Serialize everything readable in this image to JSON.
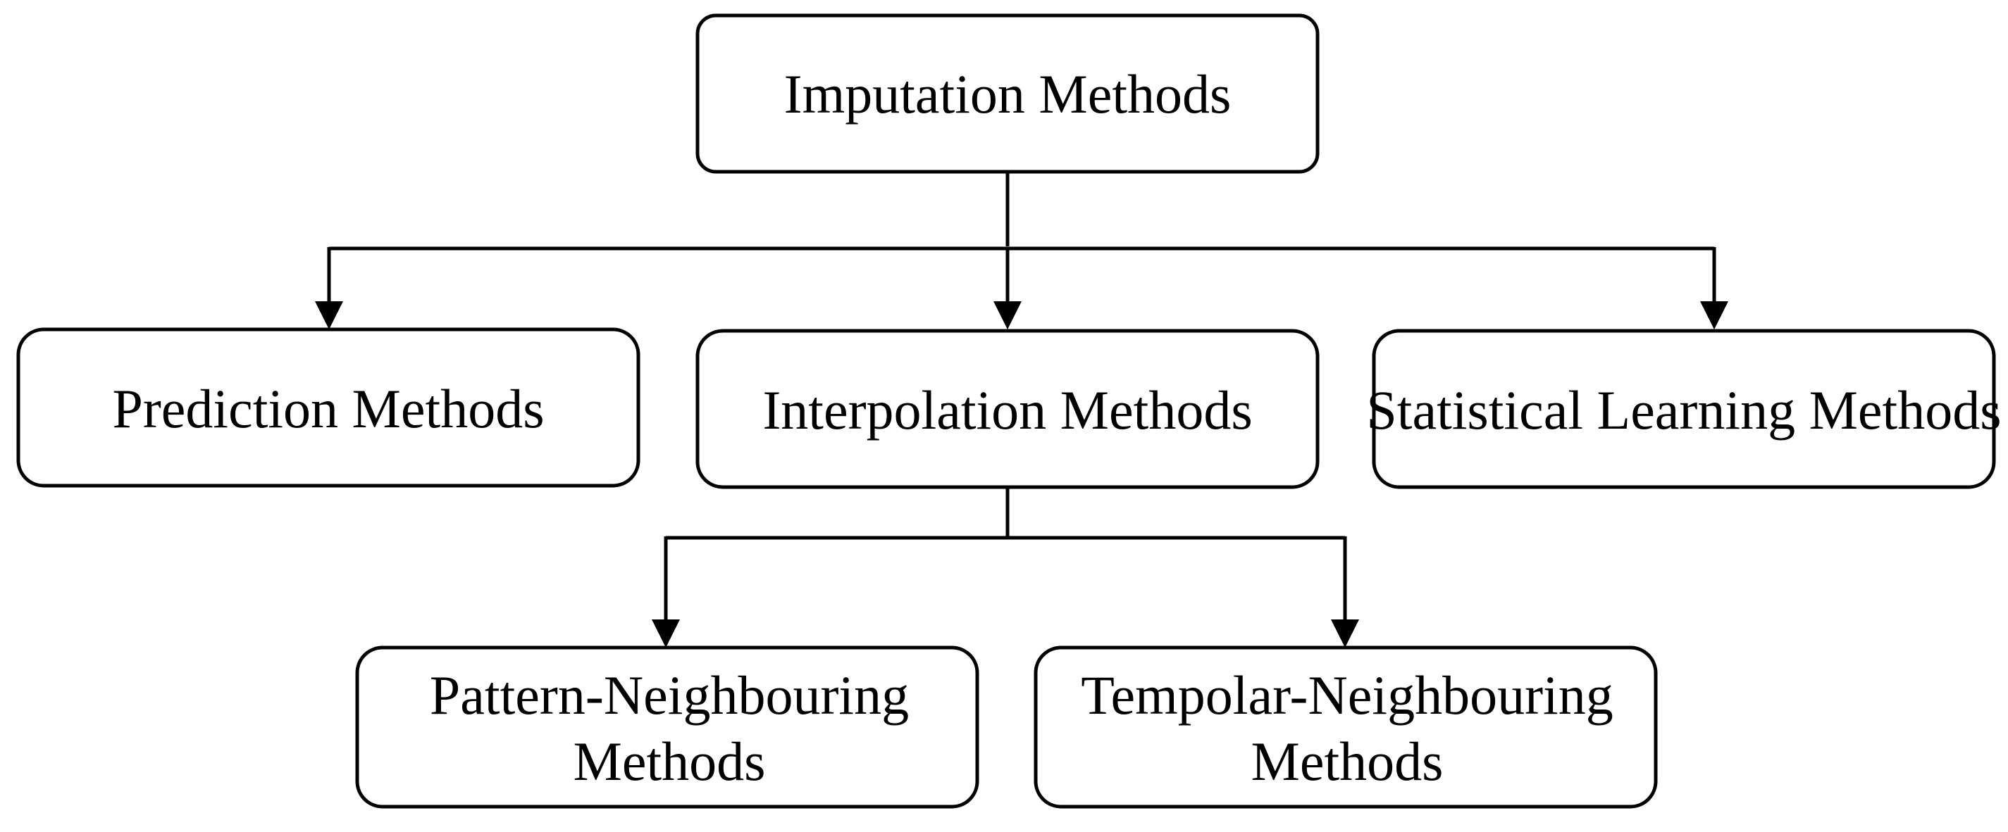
{
  "diagram": {
    "root": {
      "label": "Imputation Methods"
    },
    "level1": [
      {
        "label": "Prediction Methods"
      },
      {
        "label": "Interpolation Methods"
      },
      {
        "label": "Statistical Learning Methods"
      }
    ],
    "level2": [
      {
        "line1": "Pattern-Neighbouring",
        "line2": "Methods"
      },
      {
        "line1": "Tempolar-Neighbouring",
        "line2": "Methods"
      }
    ]
  },
  "colors": {
    "stroke": "#000000",
    "fill": "#ffffff",
    "text": "#000000"
  }
}
